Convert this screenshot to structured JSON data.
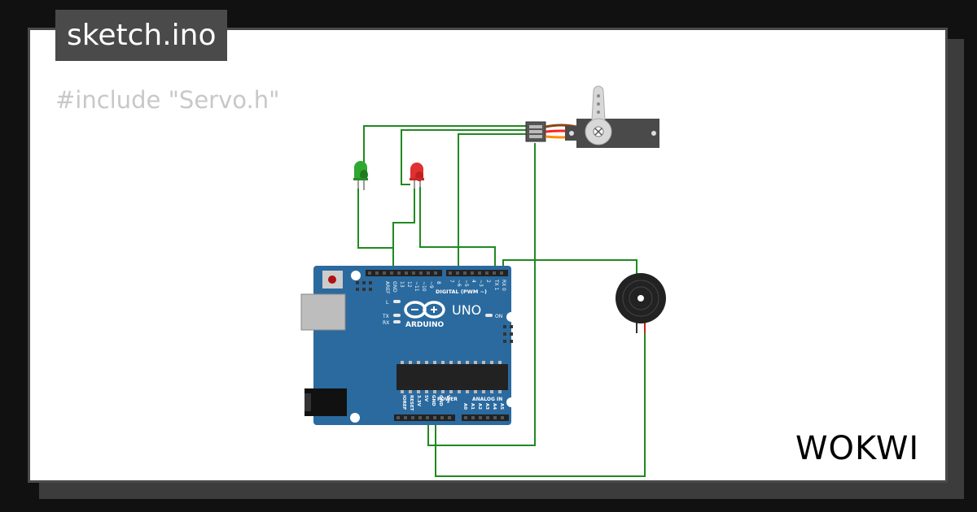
{
  "tab": {
    "filename": "sketch.ino"
  },
  "code": {
    "first_line": "#include \"Servo.h\""
  },
  "board": {
    "brand": "ARDUINO",
    "model": "UNO",
    "pin_label_aref": "AREF",
    "pin_label_gnd": "GND",
    "pin_label_13": "13",
    "pin_label_12": "12",
    "pin_label_11": "~11",
    "pin_label_10": "~10",
    "pin_label_9": "~9",
    "pin_label_8": "8",
    "pin_label_7": "7",
    "pin_label_6": "~6",
    "pin_label_5": "~5",
    "pin_label_4": "4",
    "pin_label_3": "~3",
    "pin_label_2": "2",
    "pin_label_tx1": "TX 1",
    "pin_label_rx0": "RX 0",
    "digital_header": "DIGITAL (PWM ~)",
    "led_l": "L",
    "led_tx": "TX",
    "led_rx": "RX",
    "led_on": "ON",
    "power_header": "POWER",
    "analog_header": "ANALOG IN",
    "power_pins": [
      "IOREF",
      "RESET",
      "3.3V",
      "5V",
      "GND",
      "GND",
      "Vin"
    ],
    "analog_pins": [
      "A0",
      "A1",
      "A2",
      "A3",
      "A4",
      "A5"
    ]
  },
  "brand_logo": {
    "text": "WOKWI"
  },
  "colors": {
    "wire": "#1f8a1f",
    "board": "#2a6a9f",
    "led_green": "#2fa82f",
    "led_red": "#e03030",
    "servo_body": "#4a4a4a",
    "buzzer": "#222222"
  }
}
